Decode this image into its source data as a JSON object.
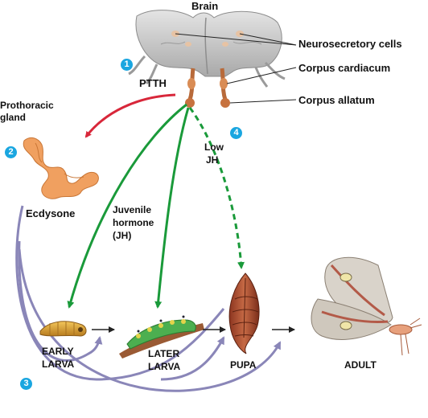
{
  "labels": {
    "brain": "Brain",
    "neurosecretory_cells": "Neurosecretory cells",
    "corpus_cardiacum": "Corpus cardiacum",
    "corpus_allatum": "Corpus allatum",
    "ptth": "PTTH",
    "prothoracic_gland_line1": "Prothoracic",
    "prothoracic_gland_line2": "gland",
    "ecdysone": "Ecdysone",
    "jh_line1": "Juvenile",
    "jh_line2": "hormone",
    "jh_line3": "(JH)",
    "low_jh_line1": "Low",
    "low_jh_line2": "JH",
    "early_larva_line1": "EARLY",
    "early_larva_line2": "LARVA",
    "later_larva_line1": "LATER",
    "later_larva_line2": "LARVA",
    "pupa": "PUPA",
    "adult": "ADULT"
  },
  "steps": [
    "1",
    "2",
    "3",
    "4"
  ],
  "colors": {
    "ptth_arrow": "#d8273a",
    "jh_arrow": "#1a9a3a",
    "ecdysone_arrow": "#8a86b8",
    "badge": "#1aa6e0",
    "gland": "#f0a060",
    "brain": "#c9c9c9"
  }
}
